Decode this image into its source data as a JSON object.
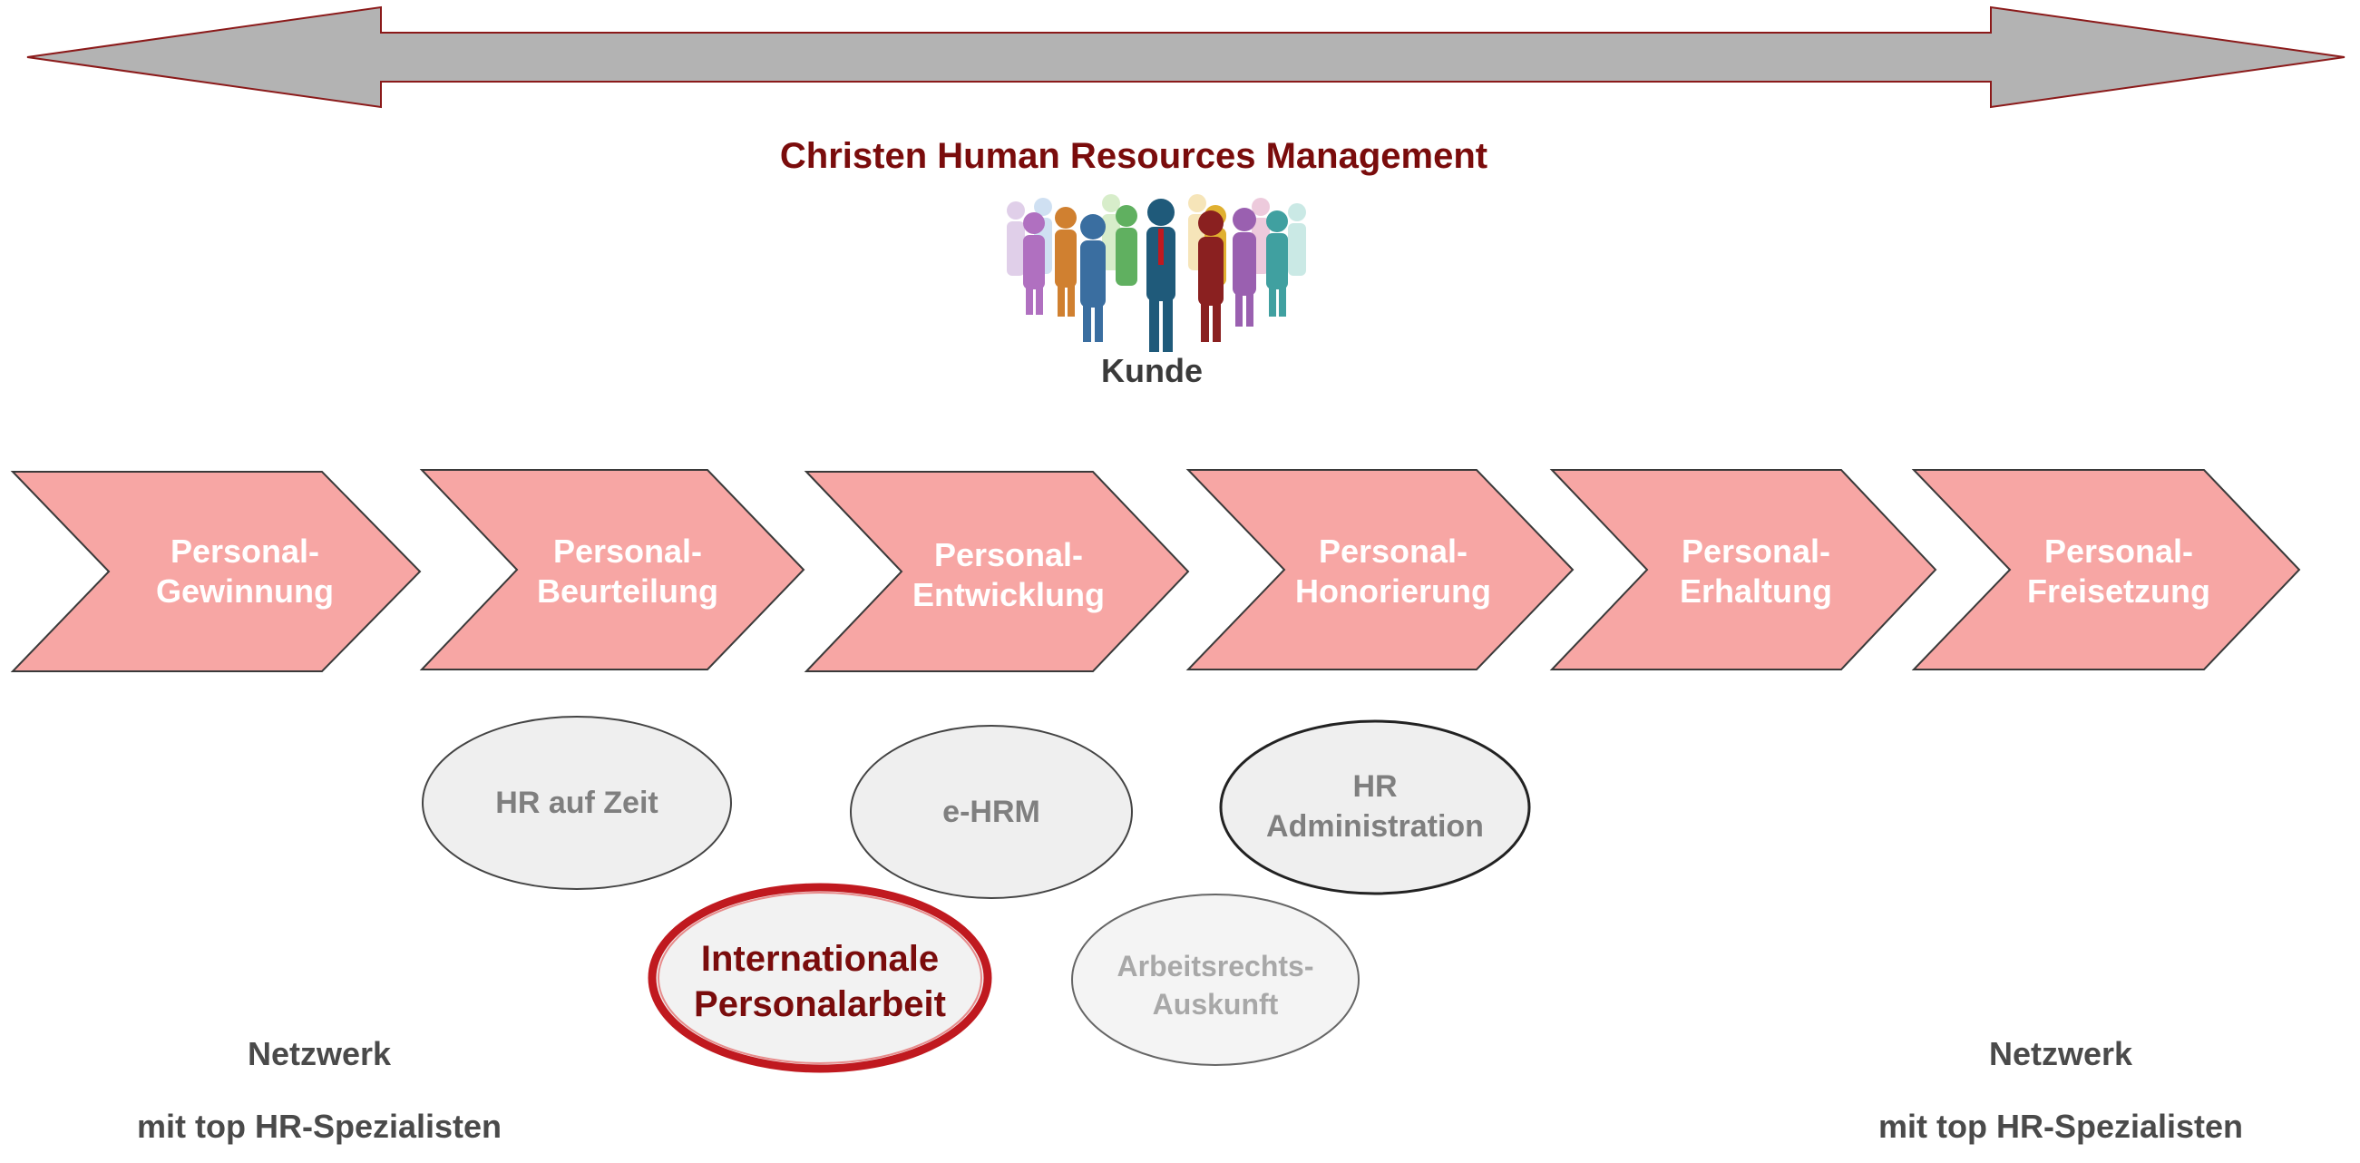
{
  "title": "Christen Human Resources Management",
  "center_label": "Kunde",
  "process_steps": [
    {
      "line1": "Personal-",
      "line2": "Gewinnung"
    },
    {
      "line1": "Personal-",
      "line2": "Beurteilung"
    },
    {
      "line1": "Personal-",
      "line2": "Entwicklung"
    },
    {
      "line1": "Personal-",
      "line2": "Honorierung"
    },
    {
      "line1": "Personal-",
      "line2": "Erhaltung"
    },
    {
      "line1": "Personal-",
      "line2": "Freisetzung"
    }
  ],
  "services": [
    {
      "line1": "HR auf Zeit",
      "line2": ""
    },
    {
      "line1": "e-HRM",
      "line2": ""
    },
    {
      "line1": "HR",
      "line2": "Administration"
    },
    {
      "line1": "Internationale",
      "line2": "Personalarbeit"
    },
    {
      "line1": "Arbeitsrechts-",
      "line2": "Auskunft"
    }
  ],
  "network_left": {
    "line1": "Netzwerk",
    "line2": "mit top HR-Spezialisten"
  },
  "network_right": {
    "line1": "Netzwerk",
    "line2": "mit top HR-Spezialisten"
  },
  "colors": {
    "arrow_fill": "#b3b3b3",
    "arrow_stroke": "#8b1a1a",
    "chevron_fill": "#f7a6a4",
    "title": "#7a0c0c",
    "highlight": "#c0191f"
  }
}
